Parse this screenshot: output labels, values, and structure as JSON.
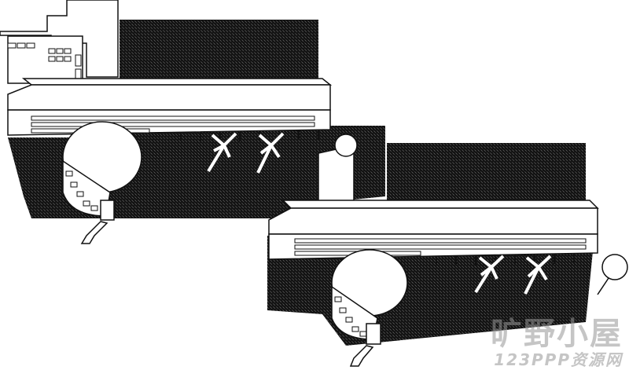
{
  "drawing": {
    "subject": "axonometric-architecture-sketch",
    "colors": {
      "ink": "#111111",
      "paper": "#ffffff",
      "shadow": "#1a1a1a"
    }
  },
  "watermark": {
    "line1": "旷野小屋",
    "line2": "123PPP资源网"
  }
}
